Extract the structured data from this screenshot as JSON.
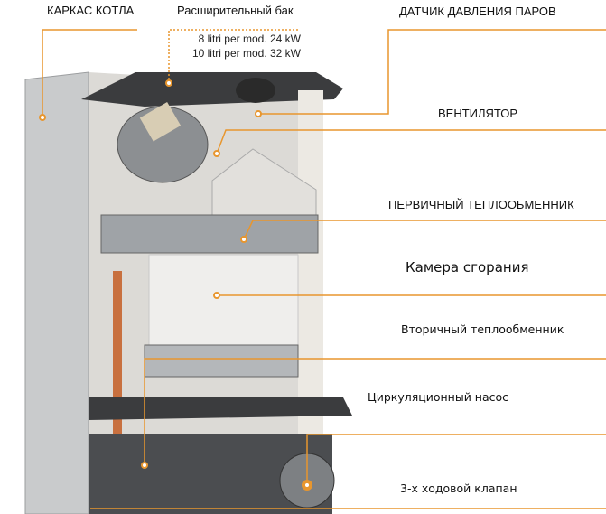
{
  "labels": {
    "frame": "КАРКАС КОТЛА",
    "expansion_tank": "Расширительный бак",
    "expansion_note_1": "8 litri per mod. 24 kW",
    "expansion_note_2": "10 litri per mod. 32 kW",
    "pressure_sensor": "ДАТЧИК ДАВЛЕНИЯ ПАРОВ",
    "fan": "ВЕНТИЛЯТОР",
    "primary_exchanger": "ПЕРВИЧНЫЙ ТЕПЛООБМЕННИК",
    "combustion_chamber": "Камера сгорания",
    "secondary_exchanger": "Вторичный теплообменник",
    "circulation_pump": "Циркуляционный насос",
    "three_way_valve": "3-х ходовой клапан"
  },
  "colors": {
    "leader": "#e8962e",
    "background": "#ffffff"
  }
}
